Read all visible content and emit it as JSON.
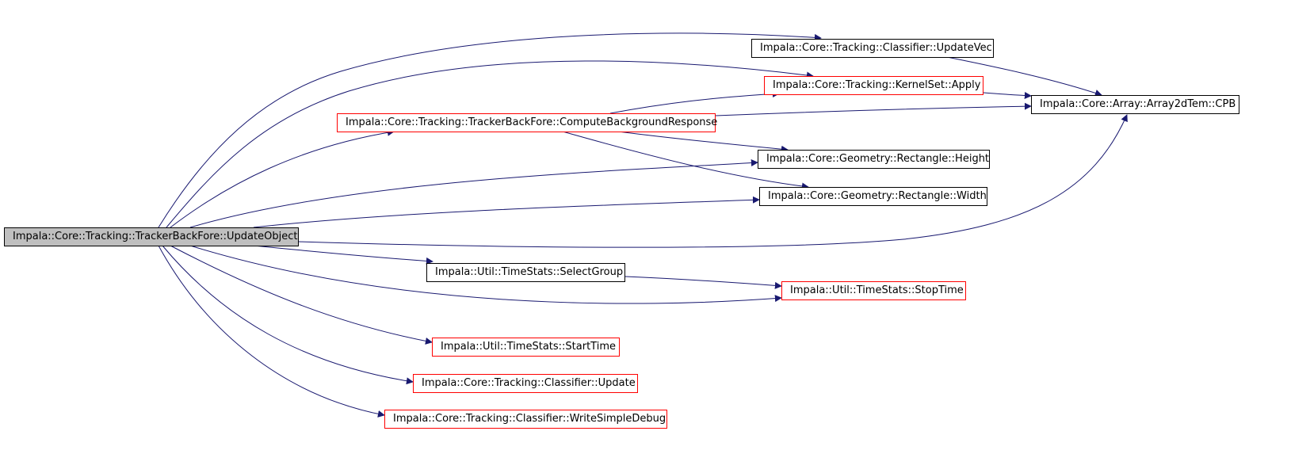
{
  "colors": {
    "edge": "#191970",
    "node_border": "#000000",
    "linked_border": "#ff0000",
    "root_fill": "#bfbfbf"
  },
  "nodes": {
    "updateobject": {
      "label": "Impala::Core::Tracking::TrackerBackFore::UpdateObject",
      "style": "root"
    },
    "updatevec": {
      "label": "Impala::Core::Tracking::Classifier::UpdateVec",
      "style": "black"
    },
    "kernelset_apply": {
      "label": "Impala::Core::Tracking::KernelSet::Apply",
      "style": "red"
    },
    "cpb": {
      "label": "Impala::Core::Array::Array2dTem::CPB",
      "style": "black"
    },
    "computebackground": {
      "label": "Impala::Core::Tracking::TrackerBackFore::ComputeBackgroundResponse",
      "style": "red"
    },
    "height": {
      "label": "Impala::Core::Geometry::Rectangle::Height",
      "style": "black"
    },
    "width": {
      "label": "Impala::Core::Geometry::Rectangle::Width",
      "style": "black"
    },
    "selectgroup": {
      "label": "Impala::Util::TimeStats::SelectGroup",
      "style": "black"
    },
    "stoptime": {
      "label": "Impala::Util::TimeStats::StopTime",
      "style": "red"
    },
    "starttime": {
      "label": "Impala::Util::TimeStats::StartTime",
      "style": "red"
    },
    "update": {
      "label": "Impala::Core::Tracking::Classifier::Update",
      "style": "red"
    },
    "writesimpledebug": {
      "label": "Impala::Core::Tracking::Classifier::WriteSimpleDebug",
      "style": "red"
    }
  },
  "edges": [
    [
      "updateobject",
      "updatevec"
    ],
    [
      "updateobject",
      "kernelset_apply"
    ],
    [
      "updateobject",
      "computebackground"
    ],
    [
      "updateobject",
      "height"
    ],
    [
      "updateobject",
      "width"
    ],
    [
      "updateobject",
      "cpb"
    ],
    [
      "updateobject",
      "selectgroup"
    ],
    [
      "updateobject",
      "stoptime"
    ],
    [
      "updateobject",
      "starttime"
    ],
    [
      "updateobject",
      "update"
    ],
    [
      "updateobject",
      "writesimpledebug"
    ],
    [
      "updatevec",
      "cpb"
    ],
    [
      "kernelset_apply",
      "cpb"
    ],
    [
      "computebackground",
      "kernelset_apply"
    ],
    [
      "computebackground",
      "cpb"
    ],
    [
      "computebackground",
      "height"
    ],
    [
      "computebackground",
      "width"
    ],
    [
      "selectgroup",
      "stoptime"
    ]
  ]
}
